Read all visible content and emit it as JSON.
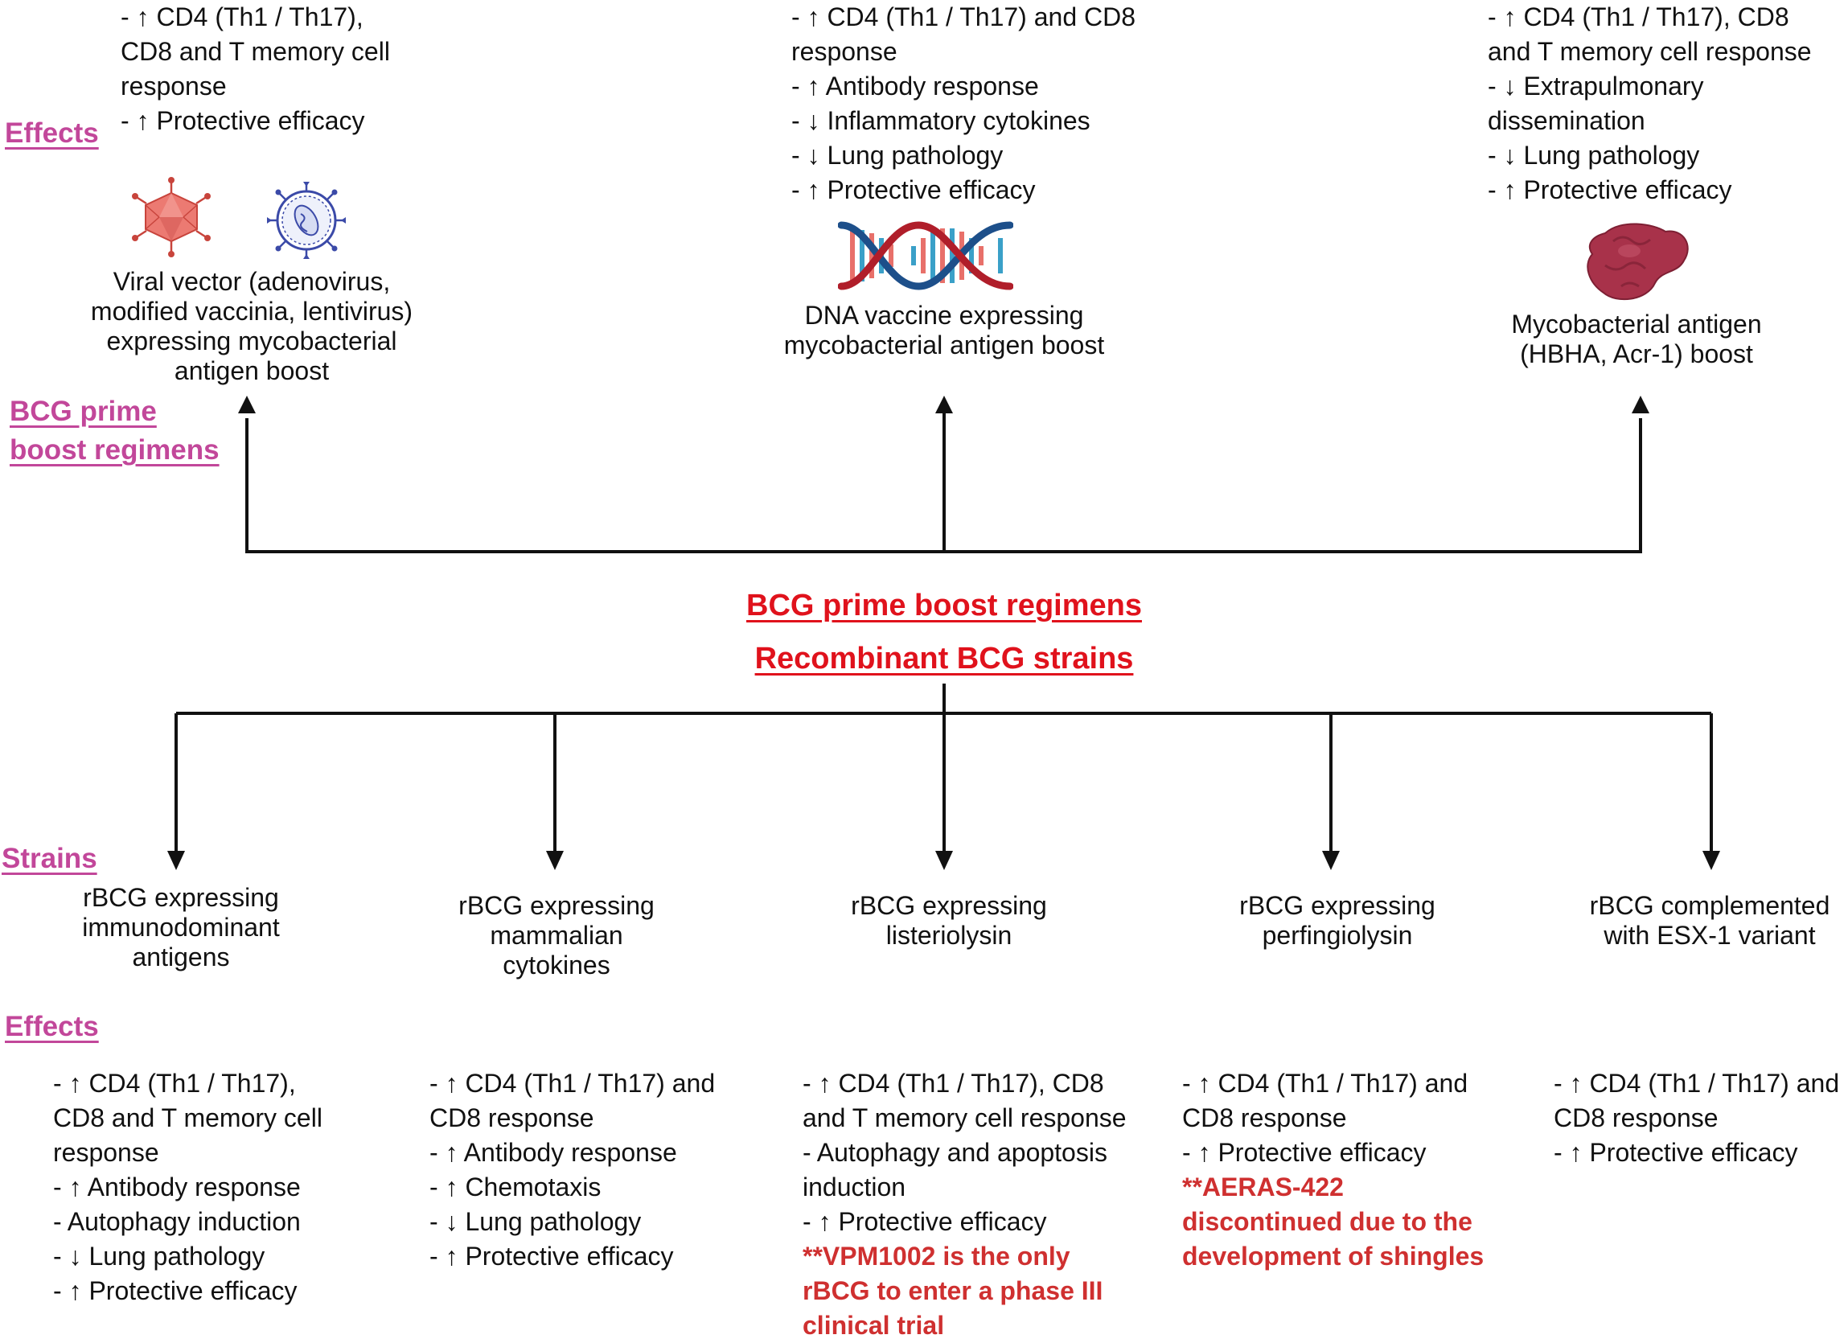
{
  "labels": {
    "effects": "Effects",
    "bcg_prime_boost_regimens": [
      "BCG prime",
      "boost regimens"
    ],
    "strains": "Strains",
    "effects_bottom": "Effects"
  },
  "center_titles": {
    "prime_boost": "BCG prime boost regimens",
    "recombinant": "Recombinant BCG strains"
  },
  "boost_regimens": [
    {
      "effects": [
        "- ↑ CD4 (Th1 / Th17),",
        "CD8 and T memory cell",
        "response",
        "- ↑ Protective efficacy"
      ],
      "name": [
        "Viral vector (adenovirus,",
        "modified vaccinia, lentivirus)",
        "expressing mycobacterial",
        "antigen boost"
      ],
      "icon": "virus-icon"
    },
    {
      "effects": [
        "- ↑ CD4 (Th1 / Th17) and CD8",
        "response",
        "- ↑ Antibody response",
        "- ↓ Inflammatory cytokines",
        "- ↓ Lung pathology",
        "- ↑ Protective efficacy"
      ],
      "name": [
        "DNA vaccine expressing",
        "mycobacterial antigen boost"
      ],
      "icon": "dna-icon"
    },
    {
      "effects": [
        "- ↑ CD4 (Th1 / Th17), CD8",
        "and T memory cell response",
        "- ↓ Extrapulmonary",
        "dissemination",
        "- ↓ Lung pathology",
        "- ↑ Protective efficacy"
      ],
      "name": [
        "Mycobacterial antigen",
        "(HBHA, Acr-1) boost"
      ],
      "icon": "protein-icon"
    }
  ],
  "strains": [
    {
      "name": [
        "rBCG expressing",
        "immunodominant",
        "antigens"
      ],
      "effects": [
        "- ↑ CD4 (Th1 / Th17),",
        "CD8 and T memory cell",
        "response",
        "- ↑ Antibody response",
        "- Autophagy induction",
        "- ↓ Lung pathology",
        "- ↑ Protective efficacy"
      ],
      "note": []
    },
    {
      "name": [
        "rBCG expressing",
        "mammalian",
        "cytokines"
      ],
      "effects": [
        "- ↑ CD4 (Th1 / Th17) and",
        "CD8 response",
        "- ↑ Antibody response",
        "- ↑ Chemotaxis",
        "- ↓ Lung pathology",
        "- ↑ Protective efficacy"
      ],
      "note": []
    },
    {
      "name": [
        "rBCG expressing",
        "listeriolysin"
      ],
      "effects": [
        "- ↑ CD4 (Th1 / Th17), CD8",
        "and T memory cell response",
        "- Autophagy and apoptosis",
        "induction",
        "- ↑ Protective efficacy"
      ],
      "note": [
        "**VPM1002 is the only",
        "rBCG to enter a phase III",
        "clinical trial"
      ]
    },
    {
      "name": [
        "rBCG expressing",
        "perfingiolysin"
      ],
      "effects": [
        "- ↑ CD4 (Th1 / Th17) and",
        "CD8 response",
        "- ↑ Protective efficacy"
      ],
      "note": [
        "**AERAS-422",
        "discontinued due to the",
        "development of shingles"
      ]
    },
    {
      "name": [
        "rBCG complemented",
        "with ESX-1 variant"
      ],
      "effects": [
        "- ↑ CD4 (Th1 / Th17) and",
        "CD8 response",
        "- ↑ Protective efficacy"
      ],
      "note": []
    }
  ],
  "colors": {
    "label_magenta": "#c2479a",
    "title_red": "#e0121c",
    "note_red": "#cf3030",
    "arrow": "#111111",
    "virus_red": "#e8706a",
    "virus_blue": "#3b4aa8",
    "dna_red": "#b01e2a",
    "dna_blue": "#1d4f8a",
    "protein": "#a8324a"
  }
}
